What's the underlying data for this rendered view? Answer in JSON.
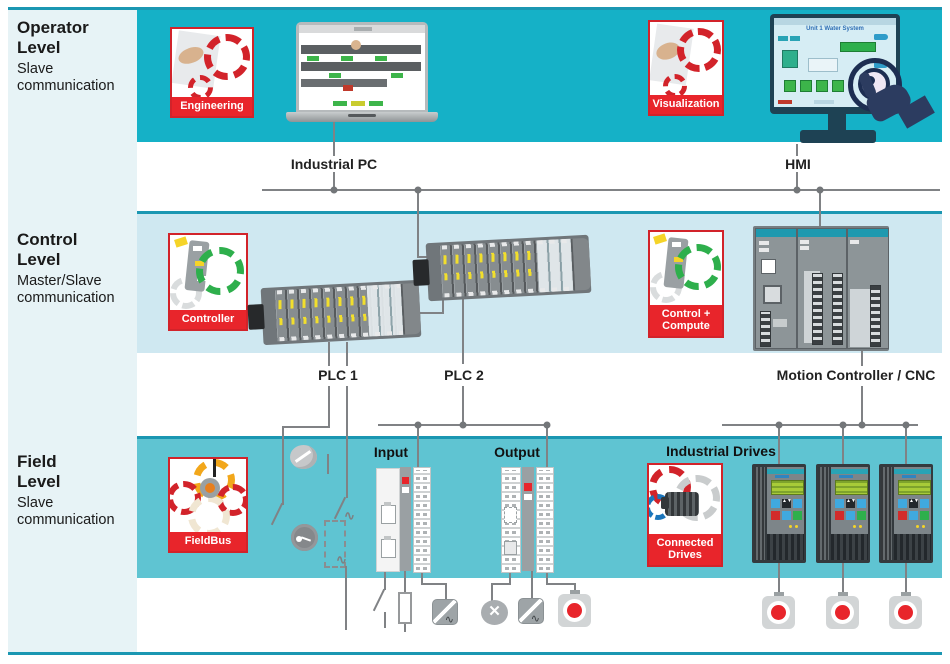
{
  "colors": {
    "operator_band": "#15b1c7",
    "control_band": "#cfe8f1",
    "field_band": "#5fc4d2",
    "sidebar_bg": "#e7f3f6",
    "divider_teal": "#1b97b2",
    "connector_gray": "#808285",
    "badge_red": "#e8252b",
    "badge_border_red": "#d2232a",
    "text_dark": "#1a1a1a"
  },
  "sidebar": {
    "operator": {
      "title": "Operator Level",
      "subtitle": "Slave communication"
    },
    "control": {
      "title": "Control Level",
      "subtitle": "Master/Slave communication"
    },
    "field": {
      "title": "Field Level",
      "subtitle": "Slave communication"
    }
  },
  "badges": {
    "engineering": "Engineering",
    "visualization": "Visualization",
    "controller": "Controller",
    "control_compute": "Control + Compute",
    "fieldbus": "FieldBus",
    "connected_drives": "Connected Drives"
  },
  "nodes": {
    "industrial_pc": "Industrial PC",
    "hmi": "HMI",
    "plc1": "PLC 1",
    "plc2": "PLC 2",
    "motion": "Motion Controller / CNC",
    "input": "Input",
    "output": "Output",
    "industrial_drives": "Industrial Drives"
  },
  "hmi_screen": {
    "title": "Unit 1 Water System"
  }
}
